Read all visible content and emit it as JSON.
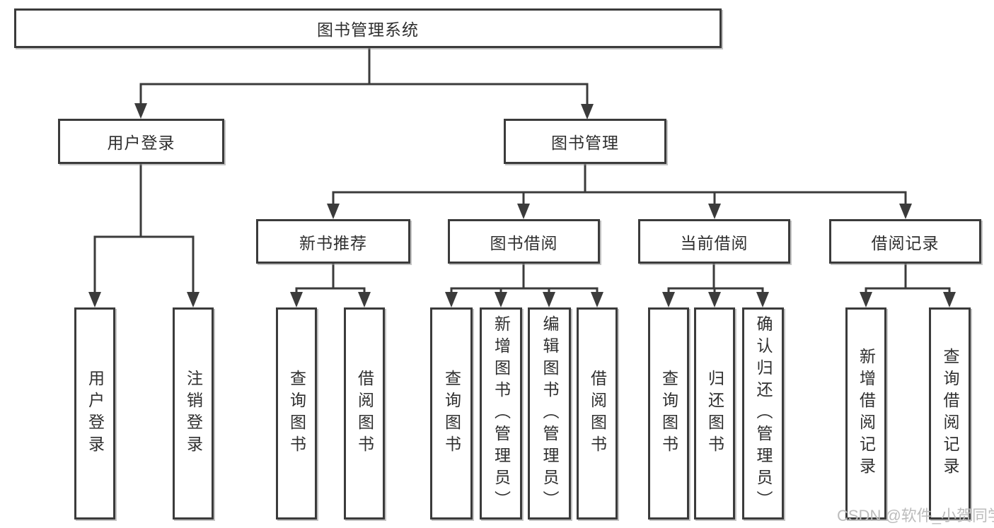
{
  "tree": {
    "root": {
      "label": "图书管理系统",
      "children": [
        {
          "label": "用户登录",
          "children": [
            {
              "label": "用户登录"
            },
            {
              "label": "注销登录"
            }
          ]
        },
        {
          "label": "图书管理",
          "children": [
            {
              "label": "新书推荐",
              "children": [
                {
                  "label": "查询图书"
                },
                {
                  "label": "借阅图书"
                }
              ]
            },
            {
              "label": "图书借阅",
              "children": [
                {
                  "label": "查询图书"
                },
                {
                  "label": "新增图书（管理员）"
                },
                {
                  "label": "编辑图书（管理员）"
                },
                {
                  "label": "借阅图书"
                }
              ]
            },
            {
              "label": "当前借阅",
              "children": [
                {
                  "label": "查询图书"
                },
                {
                  "label": "归还图书"
                },
                {
                  "label": "确认归还（管理员）"
                }
              ]
            },
            {
              "label": "借阅记录",
              "children": [
                {
                  "label": "新增借阅记录"
                },
                {
                  "label": "查询借阅记录"
                }
              ]
            }
          ]
        }
      ]
    }
  },
  "watermark": {
    "text": "CSDN @软件_小贺同学"
  },
  "colors": {
    "line": "#3b3b3b",
    "text": "#2f2f2f",
    "watermark": "#bcbcbc",
    "background": "#ffffff"
  }
}
